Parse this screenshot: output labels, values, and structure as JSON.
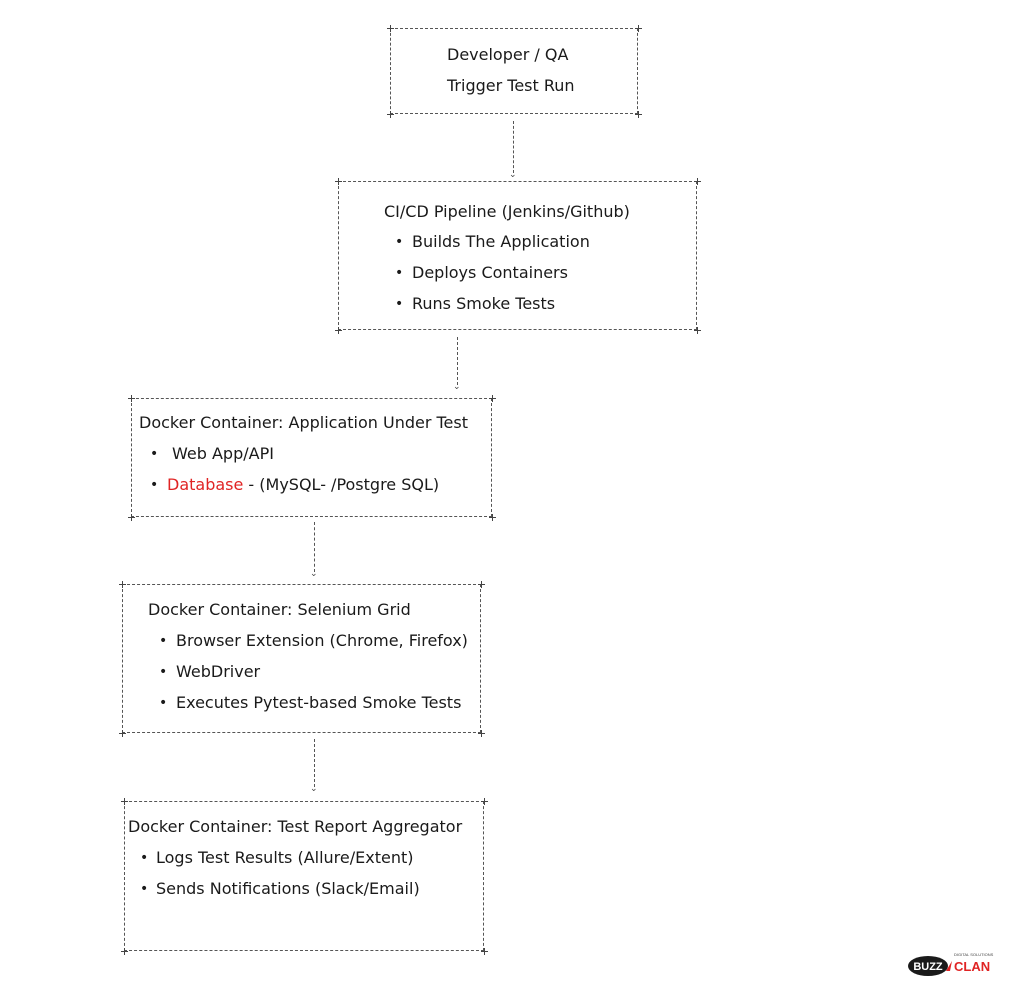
{
  "boxes": {
    "trigger": {
      "lines": [
        "Developer / QA",
        "Trigger Test Run"
      ]
    },
    "cicd": {
      "title": "CI/CD Pipeline (Jenkins/Github)",
      "bullets": [
        "Builds The Application",
        "Deploys Containers",
        "Runs Smoke Tests"
      ]
    },
    "aut": {
      "title": "Docker Container: Application Under Test",
      "bullets": [
        "Web App/API"
      ],
      "db_red": "Database",
      "db_rest": " - (MySQL- /Postgre SQL)"
    },
    "grid": {
      "title": "Docker Container: Selenium Grid",
      "bullets": [
        "Browser Extension (Chrome, Firefox)",
        "WebDriver",
        "Executes Pytest-based Smoke Tests"
      ]
    },
    "report": {
      "title": "Docker Container: Test Report Aggregator",
      "bullets": [
        "Logs Test Results (Allure/Extent)",
        "Sends Notifications (Slack/Email)"
      ]
    }
  },
  "logo": {
    "left": "BUZZ",
    "right": "CLAN",
    "tagline": "DIGITAL SOLUTIONS"
  },
  "colors": {
    "accent_red": "#e02424",
    "border": "#555555",
    "text": "#1a1a1a"
  }
}
